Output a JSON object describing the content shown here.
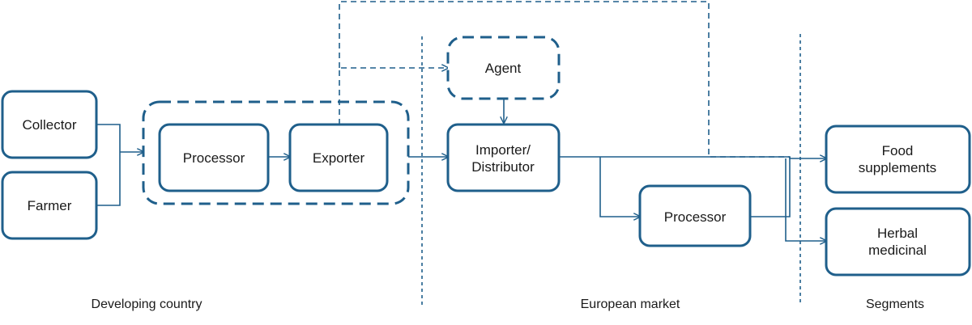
{
  "colors": {
    "accent": "#1f5f8b",
    "text": "#1a1a1a"
  },
  "nodes": {
    "collector": "Collector",
    "farmer": "Farmer",
    "processor_origin": "Processor",
    "exporter": "Exporter",
    "agent": "Agent",
    "importer_line1": "Importer/",
    "importer_line2": "Distributor",
    "processor_eu": "Processor",
    "food_line1": "Food",
    "food_line2": "supplements",
    "herbal_line1": "Herbal",
    "herbal_line2": "medicinal"
  },
  "regions": {
    "developing": "Developing country",
    "european": "European market",
    "segments": "Segments"
  }
}
